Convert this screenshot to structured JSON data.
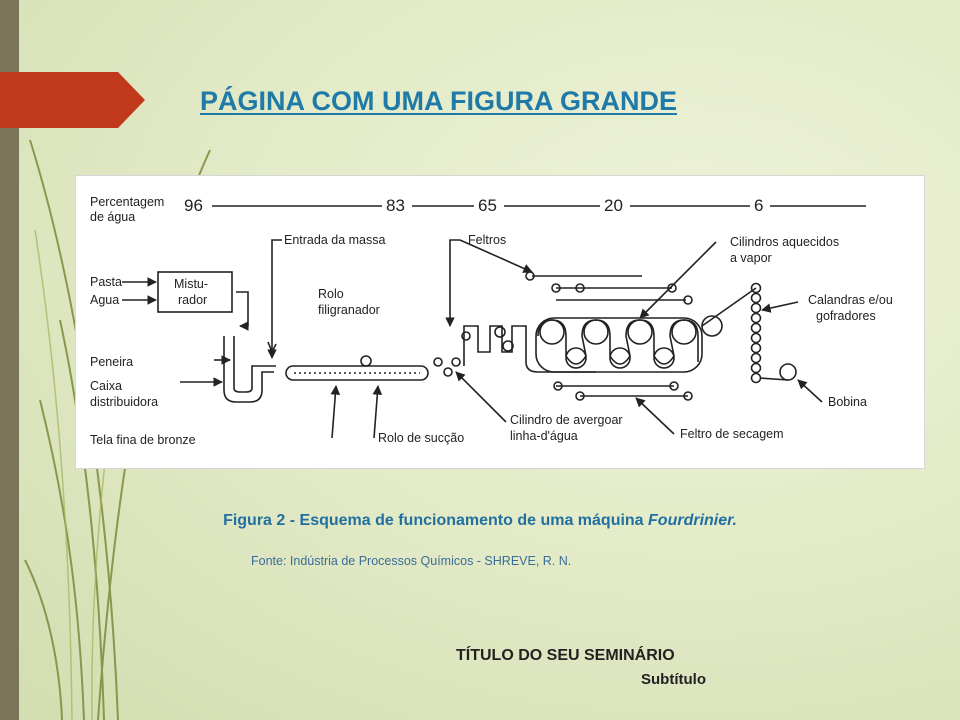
{
  "slide": {
    "title": "PÁGINA COM UMA FIGURA GRANDE",
    "caption": {
      "prefix": "Figura 2 - Esquema de funcionamento de uma máquina ",
      "italic": "Fourdrinier."
    },
    "source": "Fonte: Indústria  de  Processos  Químicos  -  SHREVE,  R.  N.",
    "seminar_title": "TÍTULO  DO  SEU  SEMINÁRIO",
    "subtitle": "Subtítulo",
    "colors": {
      "title": "#1f7aa8",
      "accent": "#c0391b",
      "sidebar": "#7a7558"
    }
  },
  "diagram": {
    "water_label_1": "Percentagem",
    "water_label_2": "de água",
    "water_values": [
      "96",
      "83",
      "65",
      "20",
      "6"
    ],
    "entrada_da_massa": "Entrada da massa",
    "feltros": "Feltros",
    "cilindros_1": "Cilindros aquecidos",
    "cilindros_2": "a vapor",
    "pasta": "Pasta",
    "agua": "Agua",
    "misturador_1": "Mistu-",
    "misturador_2": "rador",
    "rolo_1": "Rolo",
    "rolo_2": "filigranador",
    "calandras_1": "Calandras e/ou",
    "calandras_2": "gofradores",
    "peneira": "Peneira",
    "caixa_1": "Caixa",
    "caixa_2": "distribuidora",
    "bobina": "Bobina",
    "cilindro_av_1": "Cilindro de avergoar",
    "cilindro_av_2": "linha-d'água",
    "tela": "Tela fina de bronze",
    "rolo_succao": "Rolo de sucção",
    "feltro_secagem": "Feltro de secagem"
  }
}
